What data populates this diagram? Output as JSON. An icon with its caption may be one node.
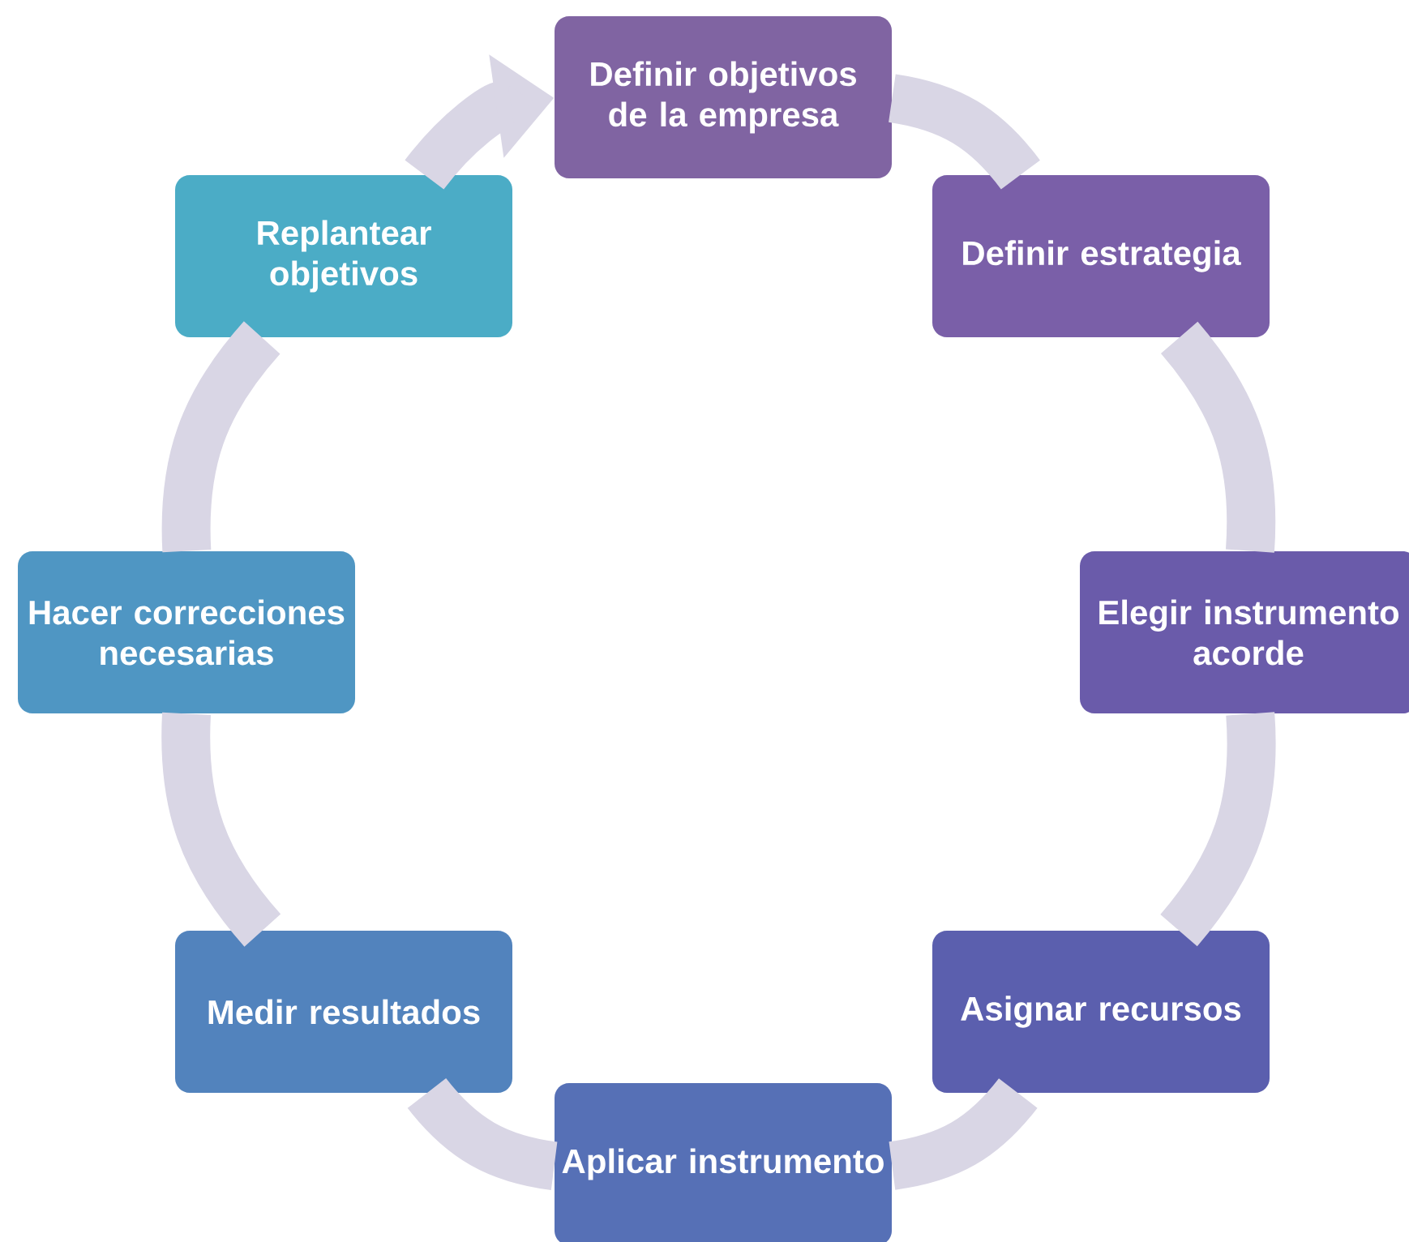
{
  "diagram": {
    "nodes": [
      {
        "text": [
          "Definir objetivos de la empresa"
        ]
      },
      {
        "text": [
          "Definir estrategia"
        ]
      },
      {
        "text": [
          "Elegir instrumento acorde"
        ]
      },
      {
        "text": [
          "Asignar recursos"
        ]
      },
      {
        "text": [
          "Aplicar instrumento"
        ]
      },
      {
        "text": [
          "Medir resultados"
        ]
      },
      {
        "text": [
          "Hacer correcciones necesarias"
        ]
      },
      {
        "text": [
          "Replantear objetivos"
        ]
      }
    ],
    "edges": [
      {
        "from": 0,
        "to": 1,
        "arrow": "none"
      },
      {
        "from": 1,
        "to": 2,
        "arrow": "none"
      },
      {
        "from": 2,
        "to": 3,
        "arrow": "none"
      },
      {
        "from": 3,
        "to": 4,
        "arrow": "none"
      },
      {
        "from": 4,
        "to": 5,
        "arrow": "none"
      },
      {
        "from": 5,
        "to": 6,
        "arrow": "none"
      },
      {
        "from": 6,
        "to": 7,
        "arrow": "none"
      },
      {
        "from": 7,
        "to": 0,
        "arrow": "to"
      }
    ]
  }
}
